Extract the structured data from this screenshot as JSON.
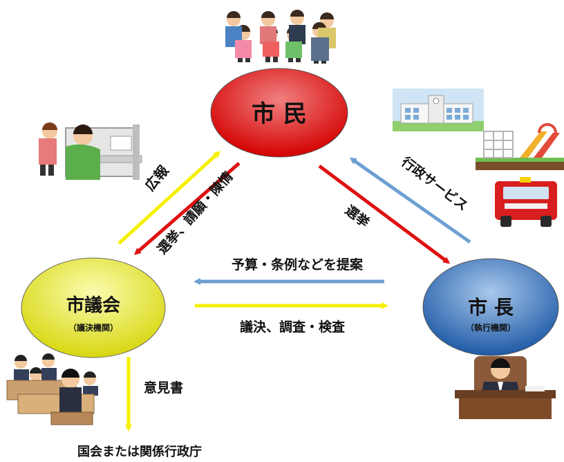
{
  "nodes": {
    "citizens": {
      "title": "市 民",
      "fill_top": "#f08080",
      "fill_bottom": "#d40000"
    },
    "council": {
      "title": "市議会",
      "subtitle": "（議決機関）",
      "fill_top": "#fbfcb0",
      "fill_bottom": "#d7d710"
    },
    "mayor": {
      "title": "市 長",
      "subtitle": "（執行機関）",
      "fill_top": "#a8c8ec",
      "fill_bottom": "#1f5aa6"
    }
  },
  "arrows": {
    "public_relations": "広報",
    "election_petition": "選挙、請願・陳情",
    "admin_services": "行政サービス",
    "election_mayor": "選挙",
    "budget_proposal": "予算・条例などを提案",
    "resolution_audit": "議決、調査・検査",
    "opinion": "意見書"
  },
  "destination": "国会または関係行政庁",
  "colors": {
    "yellow_arrow": "#f6f000",
    "red_arrow": "#e01010",
    "blue_arrow": "#6d9fd2"
  },
  "icons": [
    "crowd-of-citizens-icon",
    "voting-booth-icon",
    "school-building-icon",
    "playground-icon",
    "fire-truck-icon",
    "council-members-icon",
    "mayor-at-desk-icon"
  ]
}
